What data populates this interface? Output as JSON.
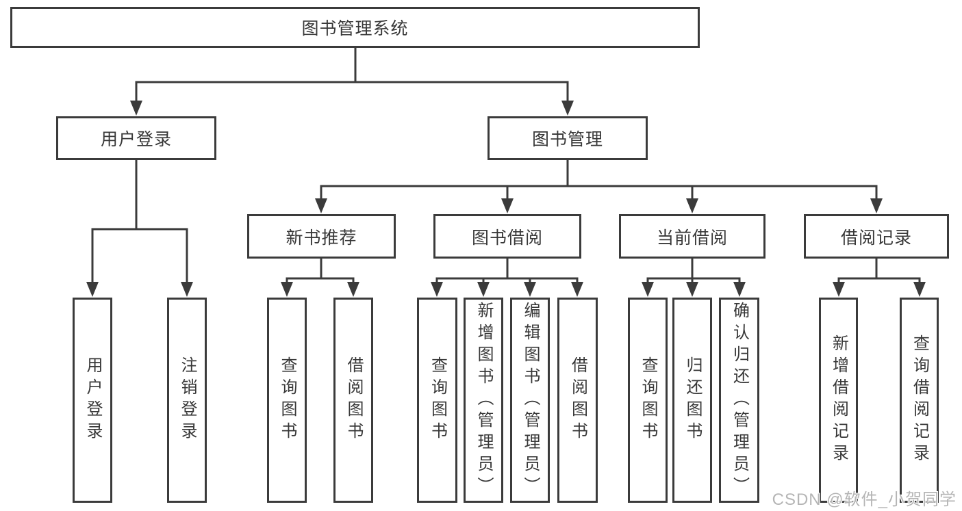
{
  "tree": {
    "root": {
      "label": "图书管理系统",
      "children": [
        {
          "label": "用户登录",
          "children": [
            {
              "label": "用户登录"
            },
            {
              "label": "注销登录"
            }
          ]
        },
        {
          "label": "图书管理",
          "children": [
            {
              "label": "新书推荐",
              "children": [
                {
                  "label": "查询图书"
                },
                {
                  "label": "借阅图书"
                }
              ]
            },
            {
              "label": "图书借阅",
              "children": [
                {
                  "label": "查询图书"
                },
                {
                  "label": "新增图书（管理员）"
                },
                {
                  "label": "编辑图书（管理员）"
                },
                {
                  "label": "借阅图书"
                }
              ]
            },
            {
              "label": "当前借阅",
              "children": [
                {
                  "label": "查询图书"
                },
                {
                  "label": "归还图书"
                },
                {
                  "label": "确认归还（管理员）"
                }
              ]
            },
            {
              "label": "借阅记录",
              "children": [
                {
                  "label": "新增借阅记录"
                },
                {
                  "label": "查询借阅记录"
                }
              ]
            }
          ]
        }
      ]
    }
  },
  "watermark": {
    "text": "CSDN @软件_小贺同学"
  },
  "colors": {
    "line": "#3b3b3b",
    "text": "#383838",
    "watermark": "#b5b5b5",
    "background": "#ffffff"
  }
}
